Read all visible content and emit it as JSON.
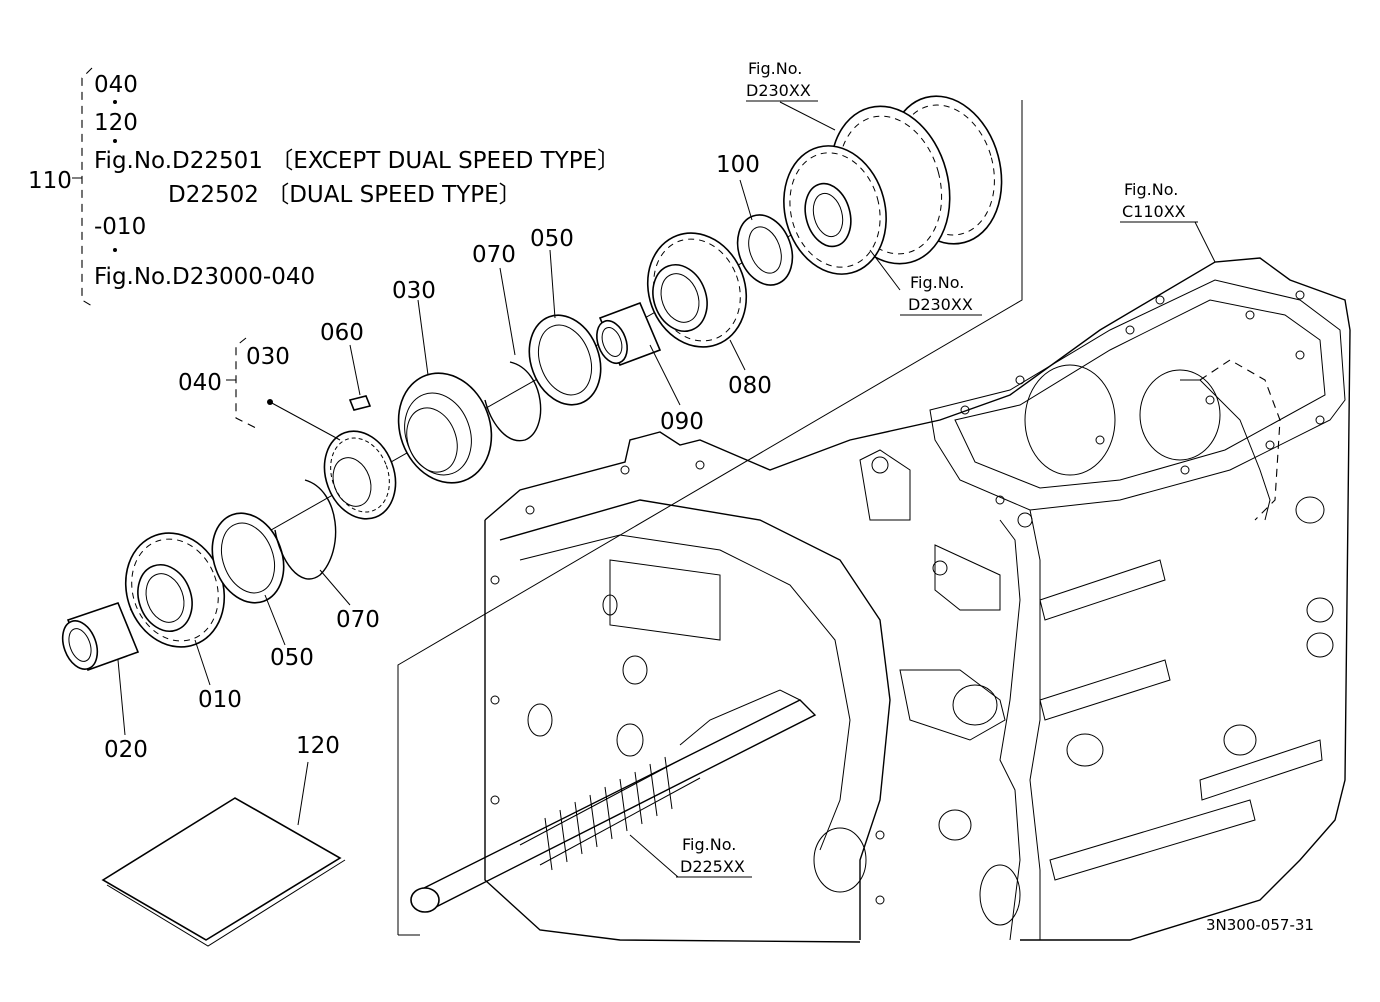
{
  "assembly": {
    "group_number": "110",
    "sub_group_number": "040",
    "tree": {
      "line1": "040",
      "line2": "120",
      "line3": "Fig.No.D22501 〔EXCEPT DUAL SPEED TYPE〕",
      "line4": "D22502 〔DUAL SPEED TYPE〕",
      "line5": "-010",
      "line6": "Fig.No.D23000-040"
    },
    "sub_tree": {
      "line1": "030"
    }
  },
  "parts": {
    "p010": "010",
    "p020": "020",
    "p030": "030",
    "p050a": "050",
    "p050b": "050",
    "p060": "060",
    "p070a": "070",
    "p070b": "070",
    "p080": "080",
    "p090": "090",
    "p100": "100",
    "p120": "120"
  },
  "references": {
    "top": {
      "label": "Fig.No.",
      "code": "D230XX"
    },
    "mid": {
      "label": "Fig.No.",
      "code": "D230XX"
    },
    "right": {
      "label": "Fig.No.",
      "code": "C110XX"
    },
    "bottom": {
      "label": "Fig.No.",
      "code": "D225XX"
    }
  },
  "drawing_code": "3N300-057-31"
}
